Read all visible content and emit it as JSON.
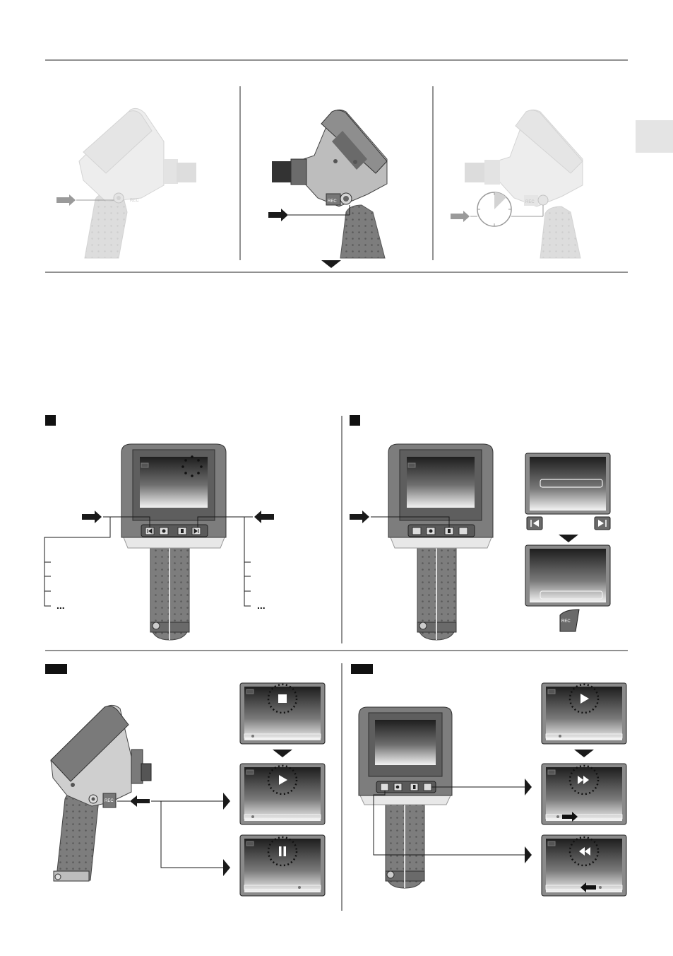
{
  "page": {
    "side_tab_color": "#e4e4e4"
  },
  "top_row": {
    "panels": [
      {
        "id": "power-on",
        "device_state": "faded"
      },
      {
        "id": "press-button",
        "device_state": "active"
      },
      {
        "id": "hold-button",
        "device_state": "faded"
      }
    ]
  },
  "section_a": {
    "ellipsis_left": "...",
    "ellipsis_right": "..."
  },
  "device": {
    "rec_label": "REC"
  },
  "section_b": {
    "rec_label": "REC"
  },
  "colors": {
    "device_body": "#8c8c8c",
    "device_dark": "#4a4a4a",
    "screen_dark": "#2f2f2f",
    "faded": "#d9d9d9",
    "arrow": "#1a1a1a"
  }
}
